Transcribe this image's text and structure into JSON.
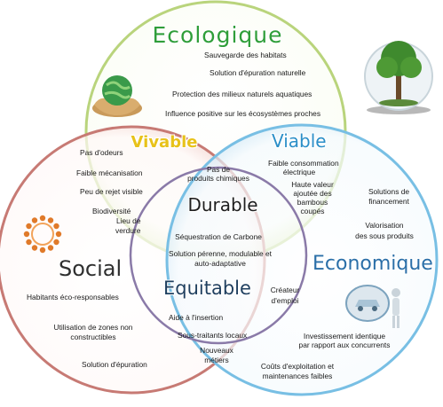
{
  "colors": {
    "ecologique": "#2f9e3a",
    "viable": "#2b8fc8",
    "vivable": "#e8c21a",
    "economique": "#2b6fa8",
    "social": "#2f2f2f",
    "durable": "#1f1f1f",
    "equitable": "#1f3f5f",
    "ring_top": "#b9d47c",
    "ring_left": "#c77a74",
    "ring_right": "#78bfe4",
    "ring_center": "#8a7aa8"
  },
  "icons": [
    "globe-in-hands-icon",
    "tree-in-glass-sphere-icon",
    "ring-of-people-icon",
    "person-with-car-icon"
  ],
  "diagram": {
    "ecologique": {
      "title": "Ecologique",
      "items": [
        "Sauvegarde des habitats",
        "Solution d'épuration naturelle",
        "Protection des milieux naturels aquatiques",
        "Influence positive sur les écosystèmes proches"
      ]
    },
    "vivable": {
      "title": "Vivable",
      "items": [
        "Pas d'odeurs",
        "Faible mécanisation",
        "Peu de rejet visible",
        "Biodiversité",
        "Lieu de",
        "verdure"
      ]
    },
    "viable": {
      "title": "Viable",
      "items": [
        "Faible consommation",
        "électrique",
        "Haute valeur",
        "ajoutée des",
        "bambous",
        "coupés"
      ]
    },
    "durable": {
      "title": "Durable",
      "top": [
        "Pas de",
        "produits chimiques"
      ],
      "items": [
        "Séquestration de Carbone",
        "Solution pérenne, modulable et",
        "auto-adaptative"
      ]
    },
    "social": {
      "title": "Social",
      "items": [
        "Habitants éco-responsables",
        "Utilisation de zones non",
        "constructibles",
        "Solution d'épuration"
      ]
    },
    "economique": {
      "title": "Economique",
      "items": [
        "Solutions de",
        "financement",
        "Valorisation",
        "des sous produits"
      ],
      "bottom": [
        "Investissement identique",
        "par rapport aux concurrents",
        "Coûts d'exploitation et",
        "maintenances faibles"
      ]
    },
    "equitable": {
      "title": "Equitable",
      "right": [
        "Créateur",
        "d'emploi"
      ],
      "items": [
        "Aide à l'insertion",
        "Sous-traitants locaux",
        "Nouveaux",
        "métiers"
      ]
    }
  }
}
